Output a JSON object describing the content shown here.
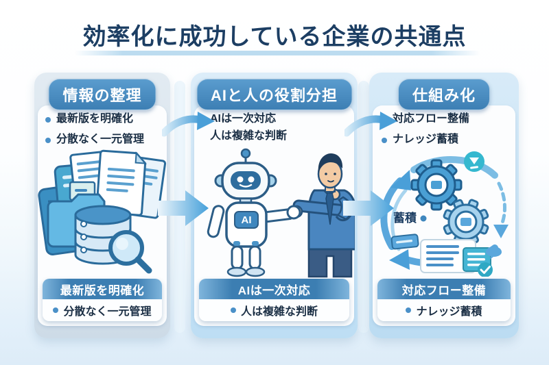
{
  "title": "効率化に成功している企業の共通点",
  "columns": [
    {
      "header": "情報の整理",
      "points": [
        "最新版を明確化",
        "分散なく一元管理"
      ],
      "illustration": "folders-documents-database-magnifier",
      "footer": {
        "header": "最新版を明確化",
        "point": "分散なく一元管理"
      }
    },
    {
      "header": "AIと人の役割分担",
      "points": [
        "AIは一次対応",
        "人は複雑な判断"
      ],
      "illustration": "robot-human-handshake",
      "robot_label": "AI",
      "footer": {
        "header": "AIは一次対応",
        "point": "人は複雑な判断"
      }
    },
    {
      "header": "仕組み化",
      "points": [
        "対応フロー整備",
        "ナレッジ蓄積"
      ],
      "illustration": "gears-cycle-documents",
      "annotation": "蓄積",
      "footer": {
        "header": "対応フロー整備",
        "point": "ナレッジ蓄積"
      }
    }
  ],
  "colors": {
    "title_text": "#1c3e63",
    "pill_bg": "#3d7fb4",
    "accent_blue": "#4a9fd8",
    "body_text": "#1a2e44",
    "footer_band": "#3c7eb2"
  }
}
